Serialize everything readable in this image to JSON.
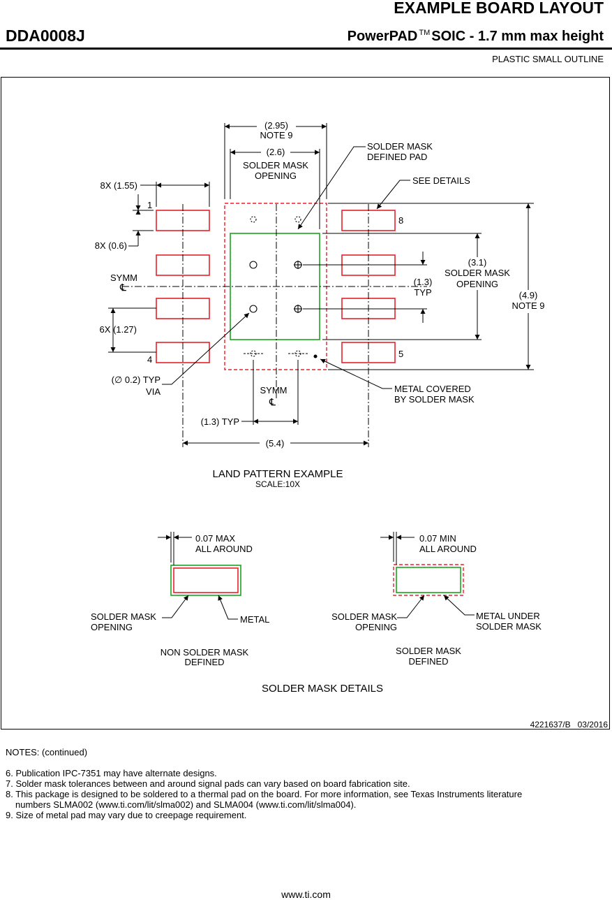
{
  "header": {
    "title": "EXAMPLE BOARD LAYOUT",
    "part_number": "DDA0008J",
    "package_name": "PowerPAD",
    "trademark": "TM",
    "package_desc": "SOIC - 1.7 mm max height",
    "outline": "PLASTIC SMALL OUTLINE"
  },
  "land_pattern": {
    "dim_295": "(2.95)",
    "note9": "NOTE 9",
    "dim_26": "(2.6)",
    "solder_mask": "SOLDER MASK",
    "opening": "OPENING",
    "sm_defined_pad_1": "SOLDER MASK",
    "sm_defined_pad_2": "DEFINED PAD",
    "see_details": "SEE DETAILS",
    "pad_width": "8X (1.55)",
    "pad_height": "8X (0.6)",
    "pin1": "1",
    "pin4": "4",
    "pin5": "5",
    "pin8": "8",
    "symm": "SYMM",
    "cl": "℄",
    "pitch": "6X (1.27)",
    "via_dim": "(∅ 0.2) TYP",
    "via": "VIA",
    "dim_13": "(1.3)",
    "typ": "TYP",
    "dim_31": "(3.1)",
    "dim_49": "(4.9)",
    "metal_covered_1": "METAL COVERED",
    "metal_covered_2": "BY SOLDER MASK",
    "dim_13_typ": "(1.3) TYP",
    "dim_54": "(5.4)",
    "title": "LAND PATTERN EXAMPLE",
    "scale": "SCALE:10X"
  },
  "details": {
    "nsmd_dim_1": "0.07 MAX",
    "nsmd_dim_2": "ALL AROUND",
    "nsmd_open_1": "SOLDER MASK",
    "nsmd_open_2": "OPENING",
    "nsmd_metal": "METAL",
    "nsmd_title_1": "NON SOLDER MASK",
    "nsmd_title_2": "DEFINED",
    "smd_dim_1": "0.07 MIN",
    "smd_dim_2": "ALL AROUND",
    "smd_open_1": "SOLDER MASK",
    "smd_open_2": "OPENING",
    "smd_metal_1": "METAL UNDER",
    "smd_metal_2": "SOLDER MASK",
    "smd_title_1": "SOLDER MASK",
    "smd_title_2": "DEFINED",
    "title": "SOLDER MASK DETAILS",
    "doc_id": "4221637/B   03/2016"
  },
  "notes": {
    "heading": "NOTES: (continued)",
    "items": [
      "6. Publication IPC-7351 may have alternate designs.",
      "7. Solder mask tolerances between and around signal pads can vary based on board fabrication site.",
      "8. This package is designed to be soldered to a thermal pad on the board. For more information, see Texas Instruments literature",
      "numbers SLMA002 (www.ti.com/lit/slma002) and SLMA004 (www.ti.com/lit/slma004).",
      "9. Size of metal pad may vary due to creepage requirement."
    ]
  },
  "footer": {
    "url": "www.ti.com"
  },
  "colors": {
    "pad": "#e8202a",
    "mask": "#1aa31a",
    "ink": "#000000"
  }
}
